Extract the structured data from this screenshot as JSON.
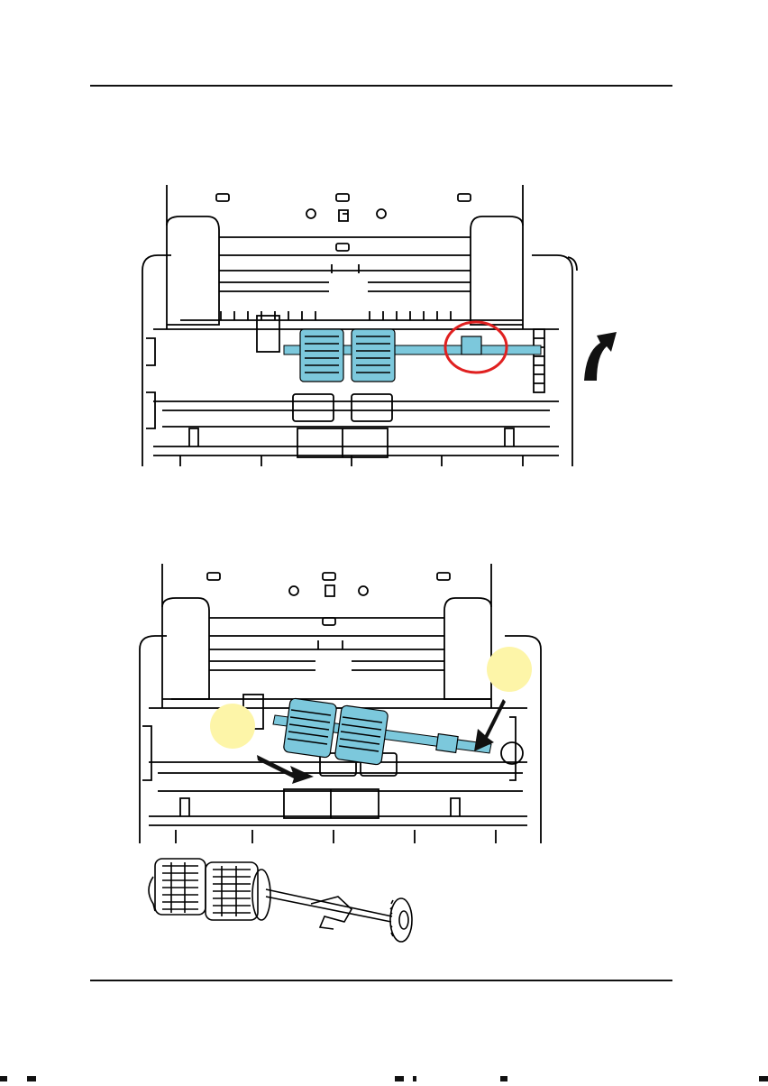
{
  "document": {
    "figures": [
      {
        "id": "figure-1",
        "callouts": []
      },
      {
        "id": "figure-2",
        "callouts": []
      },
      {
        "id": "figure-3",
        "callouts": []
      }
    ]
  },
  "colors": {
    "line": "#000000",
    "highlight": "#7cc8dc",
    "circle_marker": "#e02020",
    "yellow_marker": "#fdf5a8",
    "arrow": "#111111"
  },
  "icons": [
    "arrow-up-icon",
    "arrow-down-left-icon",
    "arrow-down-right-icon"
  ]
}
